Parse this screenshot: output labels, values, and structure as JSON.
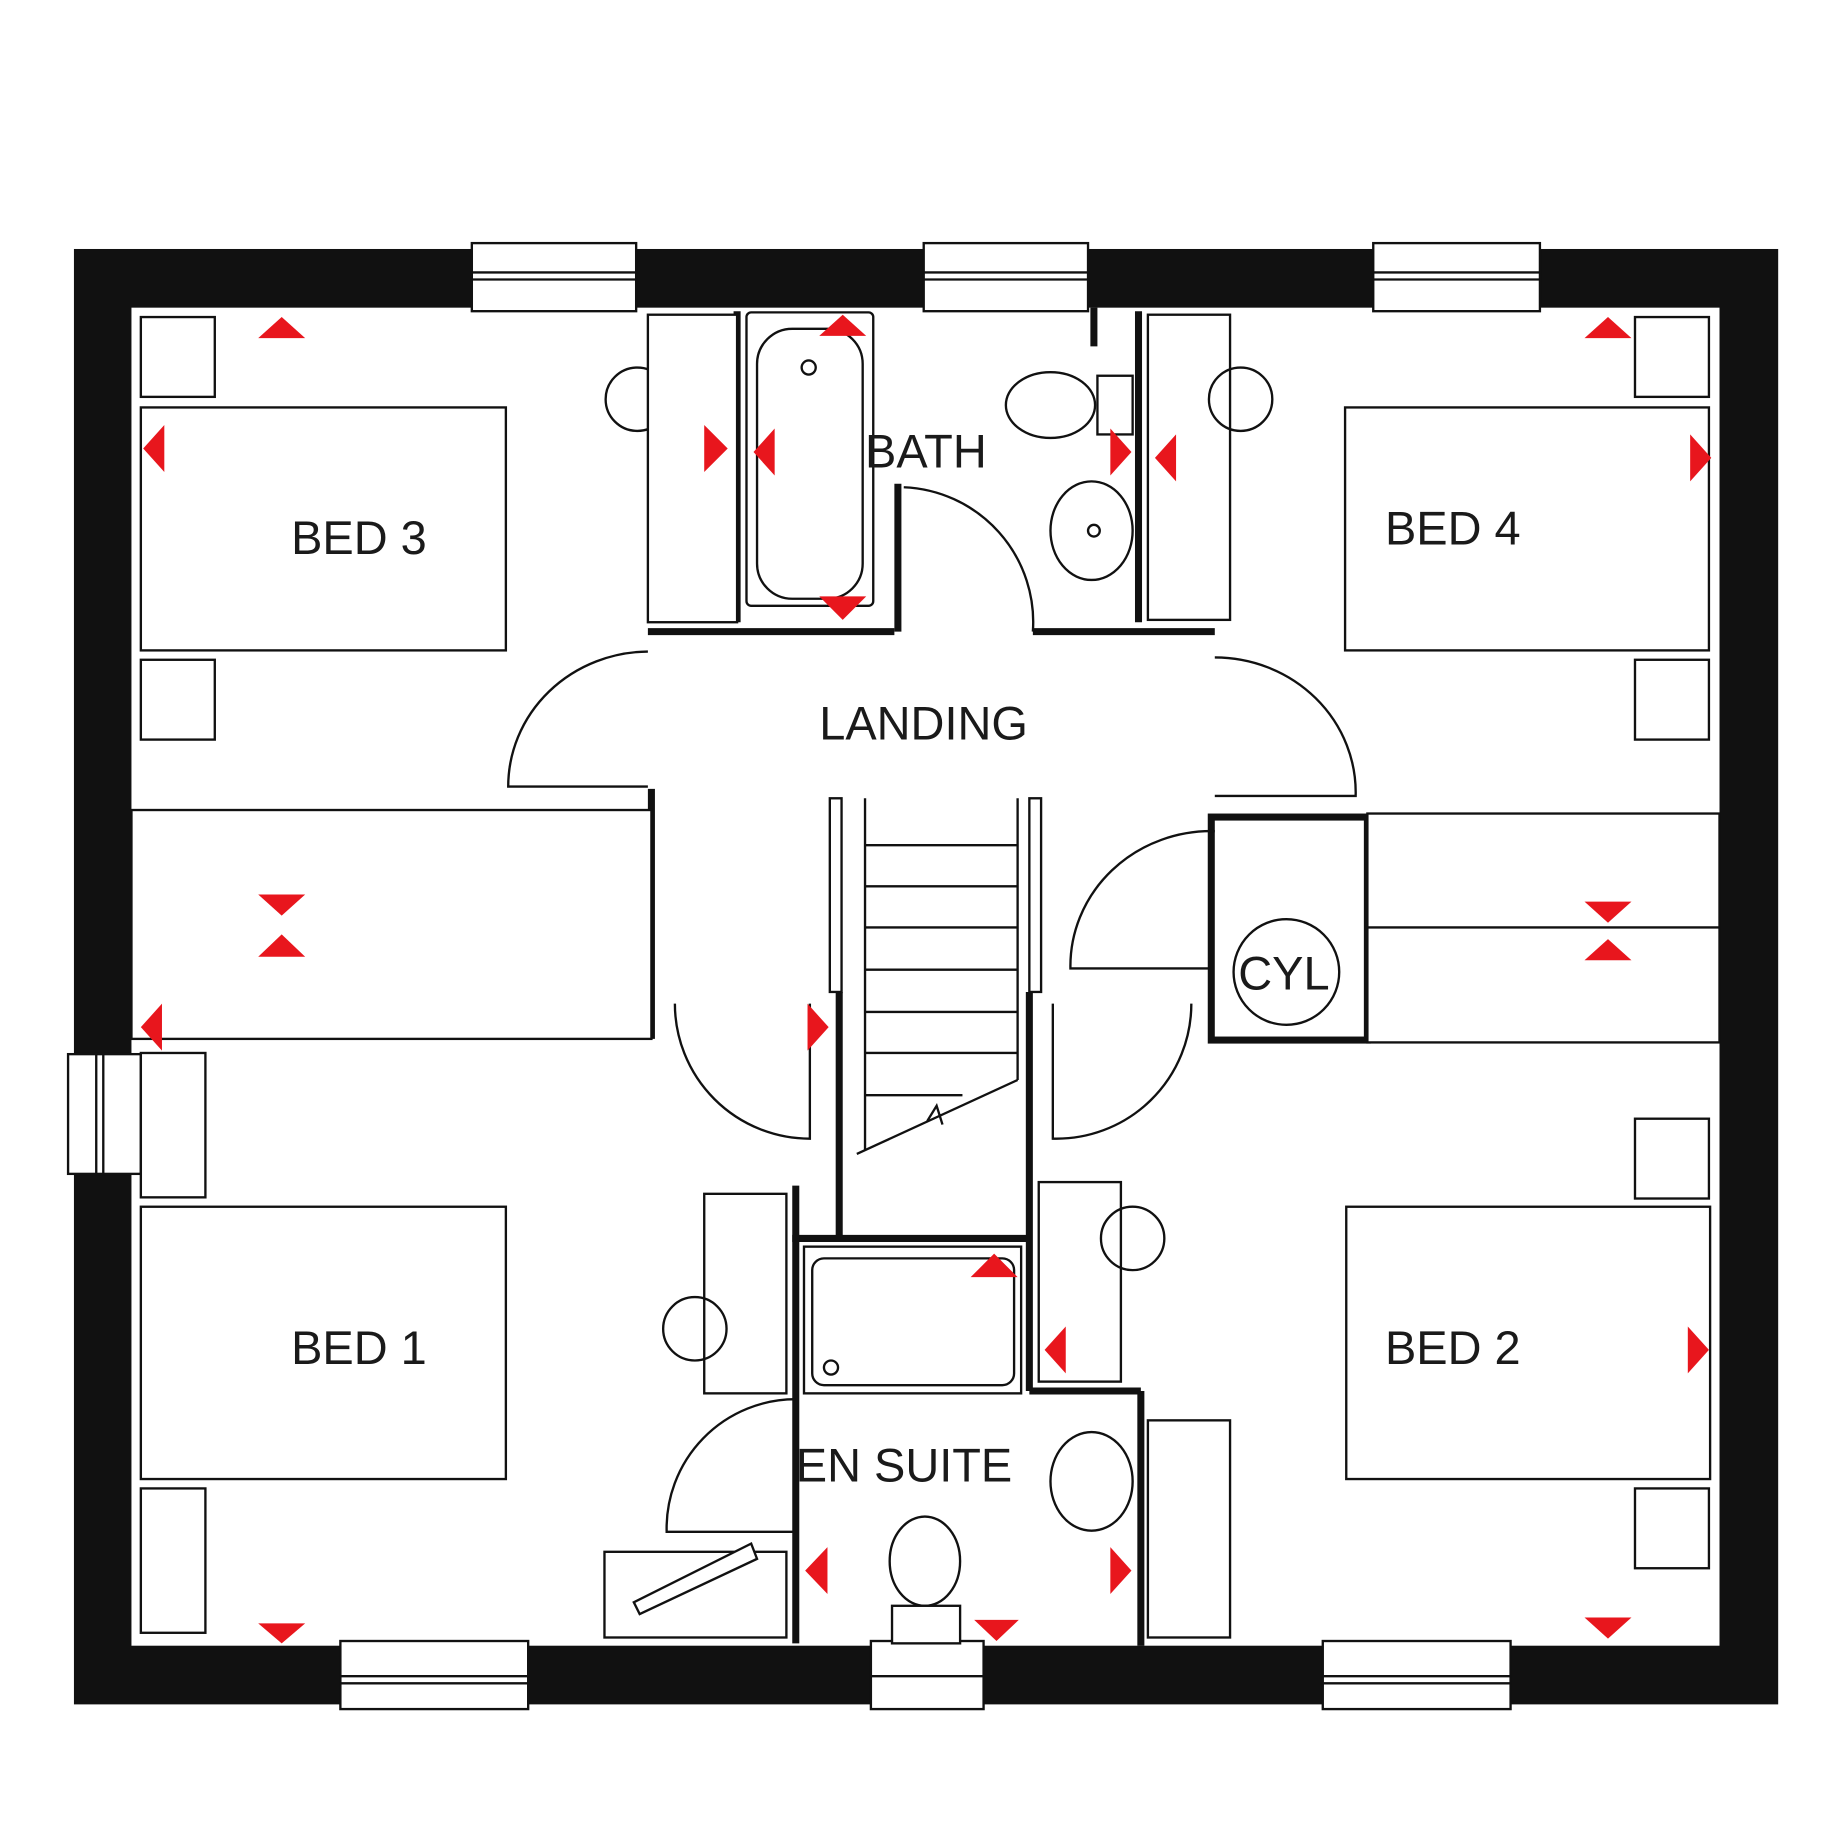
{
  "plan": {
    "rooms": {
      "bed1": "BED 1",
      "bed2": "BED 2",
      "bed3": "BED 3",
      "bed4": "BED 4",
      "bath": "BATH",
      "landing": "LANDING",
      "en_suite": "EN SUITE",
      "cylinder": "CYL"
    },
    "colors": {
      "wall": "#111111",
      "marker": "#e8161d",
      "background": "#ffffff"
    }
  }
}
